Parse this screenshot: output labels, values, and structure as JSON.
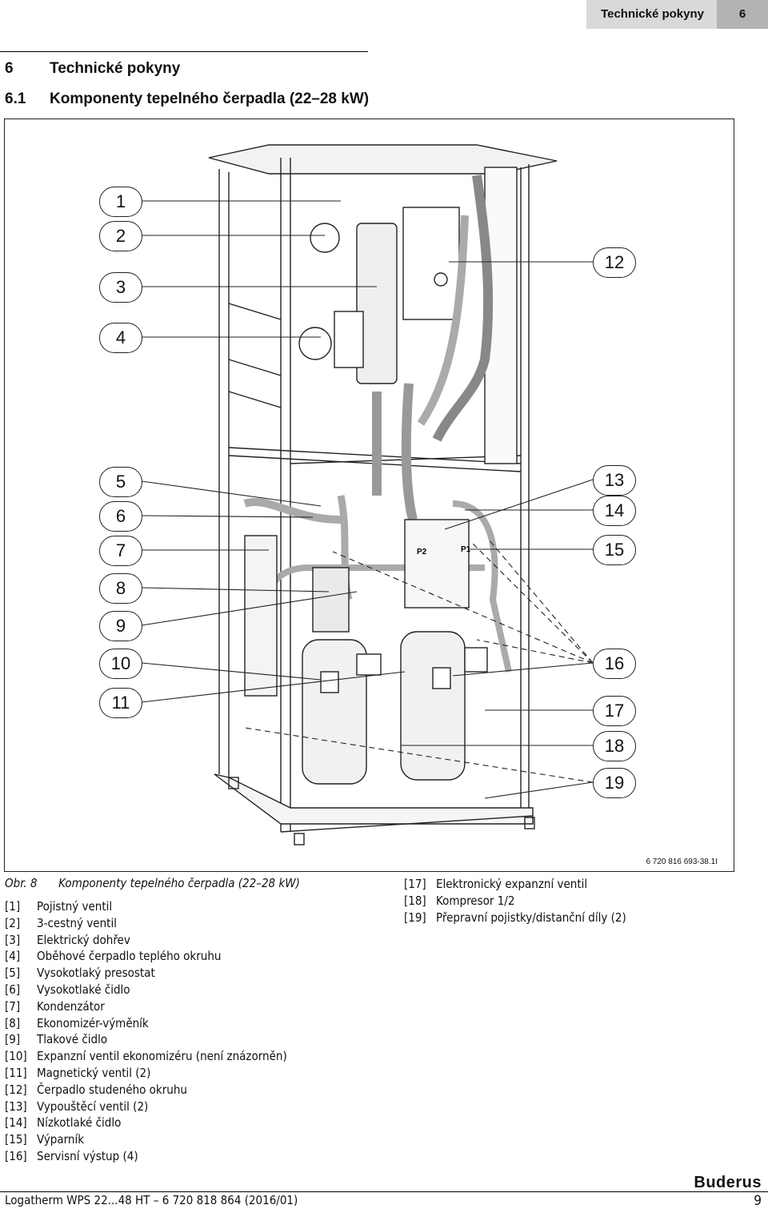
{
  "header": {
    "title": "Technické pokyny",
    "chapter_number": "6"
  },
  "section": {
    "number": "6",
    "title": "Technické pokyny"
  },
  "subsection": {
    "number": "6.1",
    "title": "Komponenty tepelného čerpadla (22–28 kW)"
  },
  "figure": {
    "callouts_left": [
      "1",
      "2",
      "3",
      "4",
      "5",
      "6",
      "7",
      "8",
      "9",
      "10",
      "11"
    ],
    "callouts_right": [
      "12",
      "13",
      "14",
      "15",
      "16",
      "17",
      "18",
      "19"
    ],
    "labels": {
      "p2": "P2",
      "p1": "P1"
    },
    "image_id": "6 720 816 693-38.1I",
    "caption_prefix": "Obr. 8",
    "caption_text": "Komponenty tepelného čerpadla (22–28 kW)"
  },
  "legend_left": [
    {
      "key": "[1]",
      "text": "Pojistný ventil"
    },
    {
      "key": "[2]",
      "text": "3-cestný ventil"
    },
    {
      "key": "[3]",
      "text": "Elektrický dohřev"
    },
    {
      "key": "[4]",
      "text": "Oběhové čerpadlo teplého okruhu"
    },
    {
      "key": "[5]",
      "text": "Vysokotlaký presostat"
    },
    {
      "key": "[6]",
      "text": "Vysokotlaké čidlo"
    },
    {
      "key": "[7]",
      "text": "Kondenzátor"
    },
    {
      "key": "[8]",
      "text": "Ekonomizér-výměník"
    },
    {
      "key": "[9]",
      "text": "Tlakové čidlo"
    },
    {
      "key": "[10]",
      "text": "Expanzní ventil ekonomizéru (není znázorněn)"
    },
    {
      "key": "[11]",
      "text": "Magnetický ventil (2)"
    },
    {
      "key": "[12]",
      "text": "Čerpadlo studeného okruhu"
    },
    {
      "key": "[13]",
      "text": "Vypouštěcí ventil (2)"
    },
    {
      "key": "[14]",
      "text": "Nízkotlaké čidlo"
    },
    {
      "key": "[15]",
      "text": "Výparník"
    },
    {
      "key": "[16]",
      "text": "Servisní výstup (4)"
    }
  ],
  "legend_right": [
    {
      "key": "[17]",
      "text": "Elektronický expanzní ventil"
    },
    {
      "key": "[18]",
      "text": "Kompresor 1/2"
    },
    {
      "key": "[19]",
      "text": "Přepravní pojistky/distanční díly (2)"
    }
  ],
  "footer": {
    "brand": "Buderus",
    "document": "Logatherm WPS 22...48 HT – 6 720 818 864 (2016/01)",
    "page": "9"
  }
}
